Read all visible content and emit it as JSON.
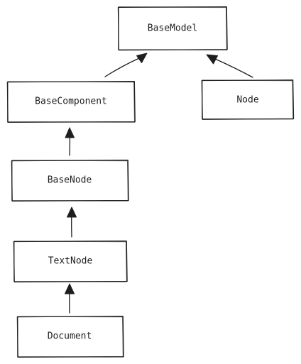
{
  "diagram": {
    "nodes": {
      "base_model": "BaseModel",
      "base_component": "BaseComponent",
      "node": "Node",
      "base_node": "BaseNode",
      "text_node": "TextNode",
      "document": "Document"
    },
    "edges": [
      {
        "from": "base_component",
        "to": "base_model",
        "type": "inherits"
      },
      {
        "from": "node",
        "to": "base_model",
        "type": "inherits"
      },
      {
        "from": "base_node",
        "to": "base_component",
        "type": "inherits"
      },
      {
        "from": "text_node",
        "to": "base_node",
        "type": "inherits"
      },
      {
        "from": "document",
        "to": "text_node",
        "type": "inherits"
      }
    ]
  }
}
